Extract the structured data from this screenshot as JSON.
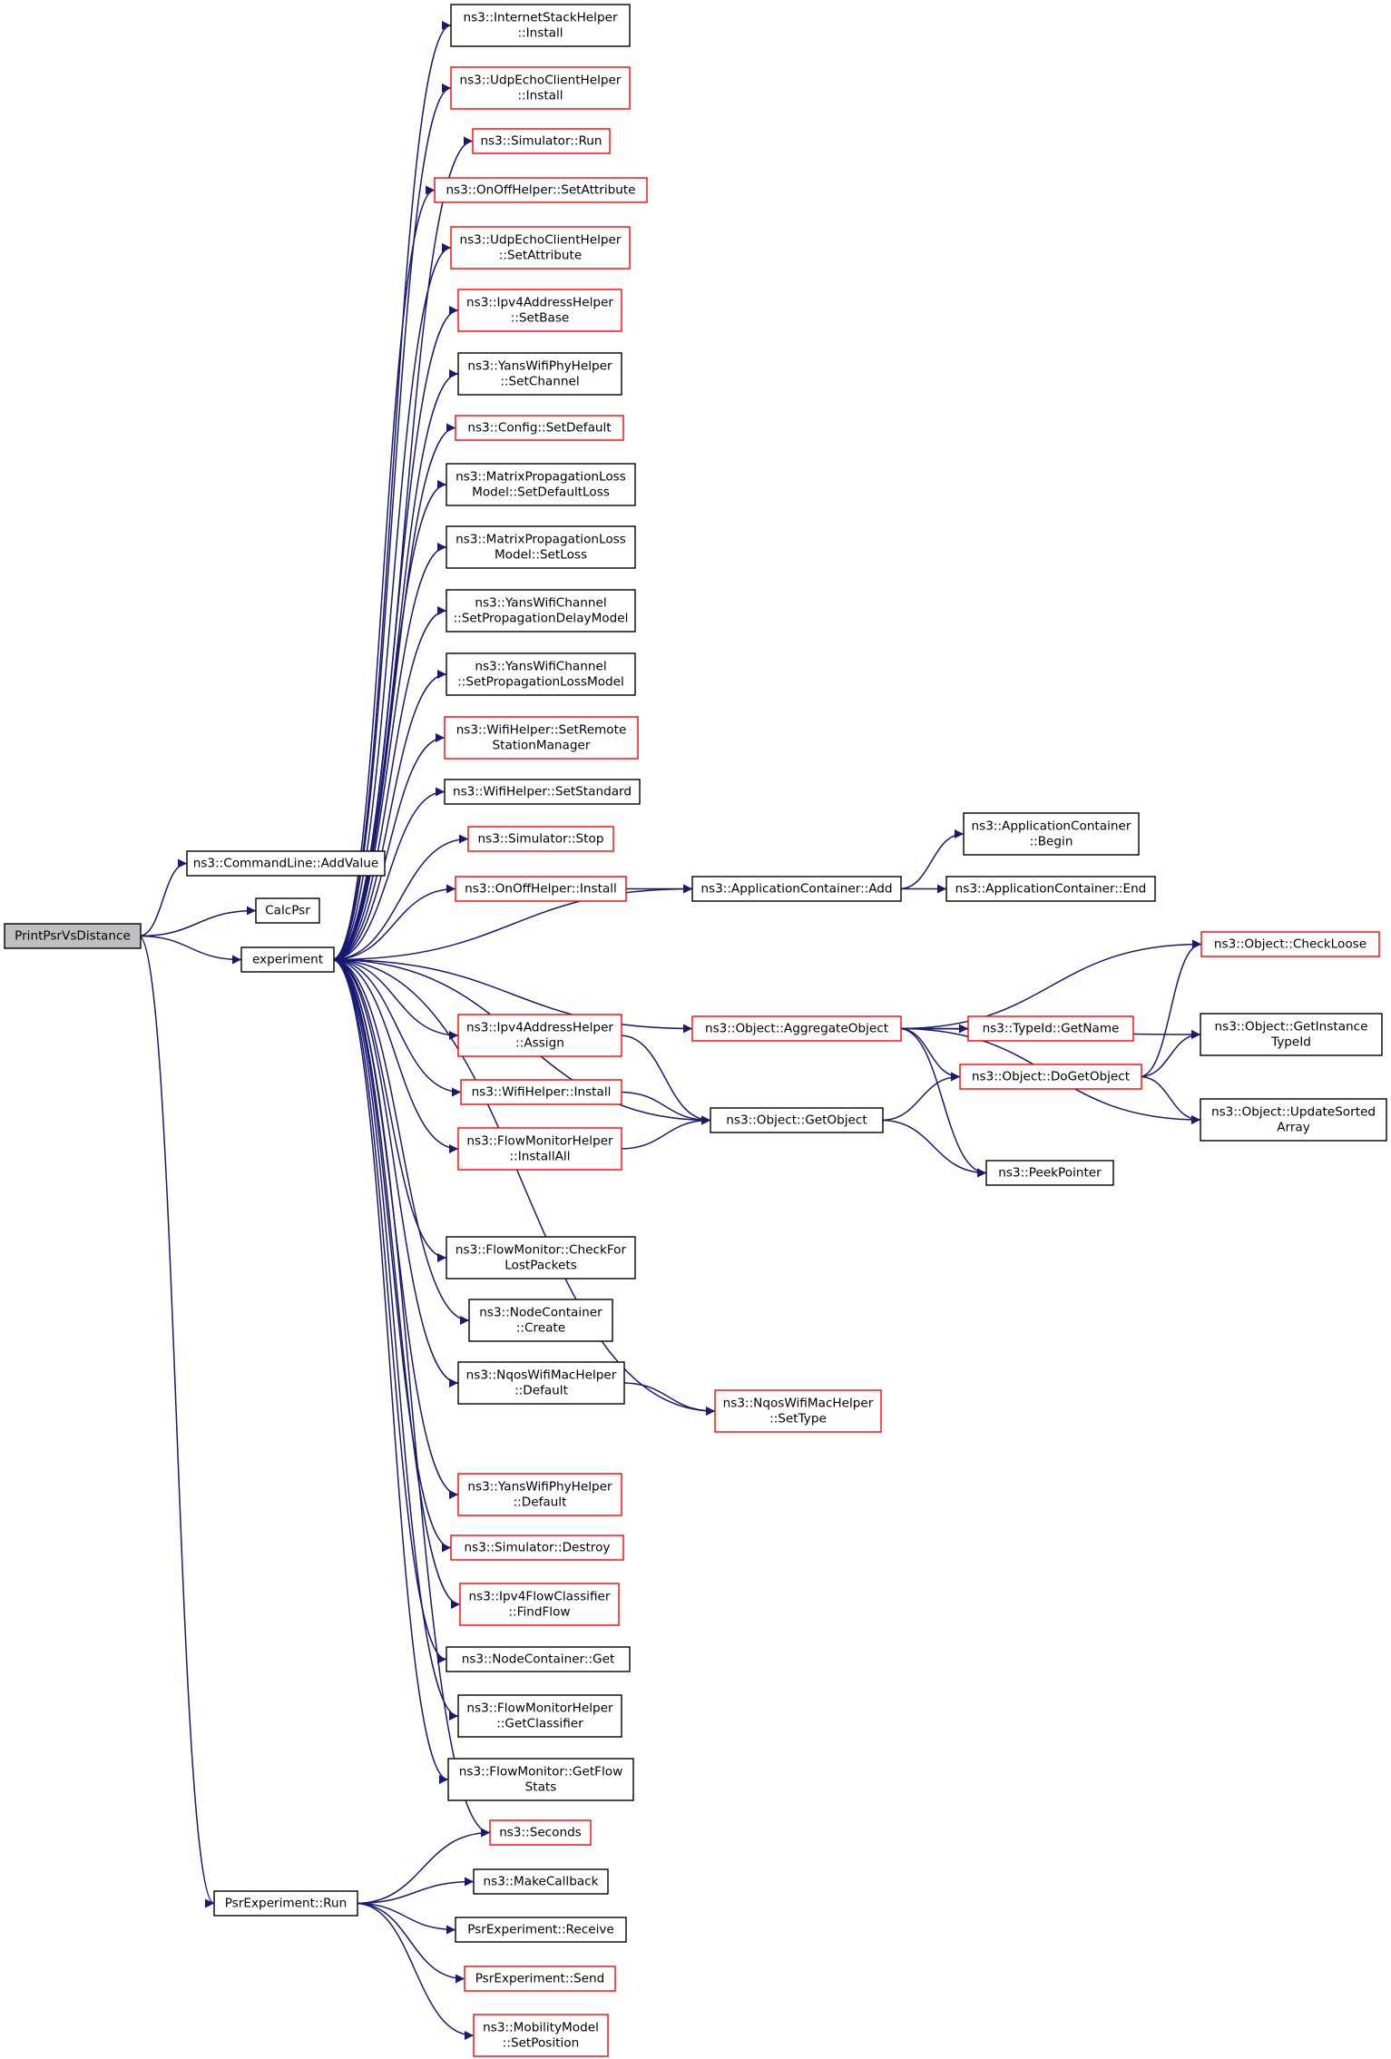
{
  "graph": {
    "title": "",
    "colors": {
      "edge": "#191970",
      "node_border": "#000000",
      "node_border_undocumented": "#ff0000",
      "root_fill": "#bfbfbf",
      "node_fill": "#ffffff"
    },
    "nodes": [
      {
        "id": "PrintPsrVsDistance",
        "lines": [
          "PrintPsrVsDistance"
        ],
        "style": "root"
      },
      {
        "id": "AddValue",
        "lines": [
          "ns3::CommandLine::AddValue"
        ],
        "style": "black"
      },
      {
        "id": "CalcPsr",
        "lines": [
          "CalcPsr"
        ],
        "style": "black"
      },
      {
        "id": "experiment",
        "lines": [
          "experiment"
        ],
        "style": "black"
      },
      {
        "id": "PsrRun",
        "lines": [
          "PsrExperiment::Run"
        ],
        "style": "black"
      },
      {
        "id": "ISH_Install",
        "lines": [
          "ns3::InternetStackHelper",
          "::Install"
        ],
        "style": "black"
      },
      {
        "id": "UECH_Install",
        "lines": [
          "ns3::UdpEchoClientHelper",
          "::Install"
        ],
        "style": "red"
      },
      {
        "id": "Sim_Run",
        "lines": [
          "ns3::Simulator::Run"
        ],
        "style": "red"
      },
      {
        "id": "OnOff_SetAttr",
        "lines": [
          "ns3::OnOffHelper::SetAttribute"
        ],
        "style": "red"
      },
      {
        "id": "UECH_SetAttr",
        "lines": [
          "ns3::UdpEchoClientHelper",
          "::SetAttribute"
        ],
        "style": "red"
      },
      {
        "id": "Ipv4_SetBase",
        "lines": [
          "ns3::Ipv4AddressHelper",
          "::SetBase"
        ],
        "style": "red"
      },
      {
        "id": "YWPH_SetChannel",
        "lines": [
          "ns3::YansWifiPhyHelper",
          "::SetChannel"
        ],
        "style": "black"
      },
      {
        "id": "Config_SetDefault",
        "lines": [
          "ns3::Config::SetDefault"
        ],
        "style": "red"
      },
      {
        "id": "MPLM_SetDefaultLoss",
        "lines": [
          "ns3::MatrixPropagationLoss",
          "Model::SetDefaultLoss"
        ],
        "style": "black"
      },
      {
        "id": "MPLM_SetLoss",
        "lines": [
          "ns3::MatrixPropagationLoss",
          "Model::SetLoss"
        ],
        "style": "black"
      },
      {
        "id": "YWC_SetPropDelay",
        "lines": [
          "ns3::YansWifiChannel",
          "::SetPropagationDelayModel"
        ],
        "style": "black"
      },
      {
        "id": "YWC_SetPropLoss",
        "lines": [
          "ns3::YansWifiChannel",
          "::SetPropagationLossModel"
        ],
        "style": "black"
      },
      {
        "id": "WH_SetRemote",
        "lines": [
          "ns3::WifiHelper::SetRemote",
          "StationManager"
        ],
        "style": "red"
      },
      {
        "id": "WH_SetStandard",
        "lines": [
          "ns3::WifiHelper::SetStandard"
        ],
        "style": "black"
      },
      {
        "id": "Sim_Stop",
        "lines": [
          "ns3::Simulator::Stop"
        ],
        "style": "red"
      },
      {
        "id": "OnOff_Install",
        "lines": [
          "ns3::OnOffHelper::Install"
        ],
        "style": "red"
      },
      {
        "id": "AC_Begin",
        "lines": [
          "ns3::ApplicationContainer",
          "::Begin"
        ],
        "style": "black"
      },
      {
        "id": "AC_Add",
        "lines": [
          "ns3::ApplicationContainer::Add"
        ],
        "style": "black"
      },
      {
        "id": "AC_End",
        "lines": [
          "ns3::ApplicationContainer::End"
        ],
        "style": "black"
      },
      {
        "id": "Obj_CheckLoose",
        "lines": [
          "ns3::Object::CheckLoose"
        ],
        "style": "red"
      },
      {
        "id": "Obj_Aggregate",
        "lines": [
          "ns3::Object::AggregateObject"
        ],
        "style": "red"
      },
      {
        "id": "TypeId_GetName",
        "lines": [
          "ns3::TypeId::GetName"
        ],
        "style": "red"
      },
      {
        "id": "Obj_GetInstTypeId",
        "lines": [
          "ns3::Object::GetInstance",
          "TypeId"
        ],
        "style": "black"
      },
      {
        "id": "Ipv4_Assign",
        "lines": [
          "ns3::Ipv4AddressHelper",
          "::Assign"
        ],
        "style": "red"
      },
      {
        "id": "Obj_DoGetObject",
        "lines": [
          "ns3::Object::DoGetObject"
        ],
        "style": "red"
      },
      {
        "id": "WH_Install",
        "lines": [
          "ns3::WifiHelper::Install"
        ],
        "style": "red"
      },
      {
        "id": "Obj_GetObject",
        "lines": [
          "ns3::Object::GetObject"
        ],
        "style": "black"
      },
      {
        "id": "Obj_UpdateSorted",
        "lines": [
          "ns3::Object::UpdateSorted",
          "Array"
        ],
        "style": "black"
      },
      {
        "id": "FMH_InstallAll",
        "lines": [
          "ns3::FlowMonitorHelper",
          "::InstallAll"
        ],
        "style": "red"
      },
      {
        "id": "PeekPointer",
        "lines": [
          "ns3::PeekPointer"
        ],
        "style": "black"
      },
      {
        "id": "FM_CheckLost",
        "lines": [
          "ns3::FlowMonitor::CheckFor",
          "LostPackets"
        ],
        "style": "black"
      },
      {
        "id": "NC_Create",
        "lines": [
          "ns3::NodeContainer",
          "::Create"
        ],
        "style": "black"
      },
      {
        "id": "NWMH_Default",
        "lines": [
          "ns3::NqosWifiMacHelper",
          "::Default"
        ],
        "style": "black"
      },
      {
        "id": "NWMH_SetType",
        "lines": [
          "ns3::NqosWifiMacHelper",
          "::SetType"
        ],
        "style": "red"
      },
      {
        "id": "YWPH_Default",
        "lines": [
          "ns3::YansWifiPhyHelper",
          "::Default"
        ],
        "style": "red"
      },
      {
        "id": "Sim_Destroy",
        "lines": [
          "ns3::Simulator::Destroy"
        ],
        "style": "red"
      },
      {
        "id": "Ipv4FC_FindFlow",
        "lines": [
          "ns3::Ipv4FlowClassifier",
          "::FindFlow"
        ],
        "style": "red"
      },
      {
        "id": "NC_Get",
        "lines": [
          "ns3::NodeContainer::Get"
        ],
        "style": "black"
      },
      {
        "id": "FMH_GetClassifier",
        "lines": [
          "ns3::FlowMonitorHelper",
          "::GetClassifier"
        ],
        "style": "black"
      },
      {
        "id": "FM_GetFlowStats",
        "lines": [
          "ns3::FlowMonitor::GetFlow",
          "Stats"
        ],
        "style": "black"
      },
      {
        "id": "Seconds",
        "lines": [
          "ns3::Seconds"
        ],
        "style": "red"
      },
      {
        "id": "MakeCallback",
        "lines": [
          "ns3::MakeCallback"
        ],
        "style": "black"
      },
      {
        "id": "Psr_Receive",
        "lines": [
          "PsrExperiment::Receive"
        ],
        "style": "black"
      },
      {
        "id": "Psr_Send",
        "lines": [
          "PsrExperiment::Send"
        ],
        "style": "red"
      },
      {
        "id": "MM_SetPosition",
        "lines": [
          "ns3::MobilityModel",
          "::SetPosition"
        ],
        "style": "red"
      }
    ],
    "edges": [
      [
        "PrintPsrVsDistance",
        "AddValue"
      ],
      [
        "PrintPsrVsDistance",
        "CalcPsr"
      ],
      [
        "PrintPsrVsDistance",
        "experiment"
      ],
      [
        "PrintPsrVsDistance",
        "PsrRun"
      ],
      [
        "experiment",
        "ISH_Install"
      ],
      [
        "experiment",
        "UECH_Install"
      ],
      [
        "experiment",
        "Sim_Run"
      ],
      [
        "experiment",
        "OnOff_SetAttr"
      ],
      [
        "experiment",
        "UECH_SetAttr"
      ],
      [
        "experiment",
        "Ipv4_SetBase"
      ],
      [
        "experiment",
        "YWPH_SetChannel"
      ],
      [
        "experiment",
        "Config_SetDefault"
      ],
      [
        "experiment",
        "MPLM_SetDefaultLoss"
      ],
      [
        "experiment",
        "MPLM_SetLoss"
      ],
      [
        "experiment",
        "YWC_SetPropDelay"
      ],
      [
        "experiment",
        "YWC_SetPropLoss"
      ],
      [
        "experiment",
        "WH_SetRemote"
      ],
      [
        "experiment",
        "WH_SetStandard"
      ],
      [
        "experiment",
        "Sim_Stop"
      ],
      [
        "experiment",
        "OnOff_Install"
      ],
      [
        "experiment",
        "AC_Add"
      ],
      [
        "experiment",
        "Obj_Aggregate"
      ],
      [
        "experiment",
        "Ipv4_Assign"
      ],
      [
        "experiment",
        "WH_Install"
      ],
      [
        "experiment",
        "FMH_InstallAll"
      ],
      [
        "experiment",
        "Obj_GetObject"
      ],
      [
        "experiment",
        "FM_CheckLost"
      ],
      [
        "experiment",
        "NC_Create"
      ],
      [
        "experiment",
        "NWMH_Default"
      ],
      [
        "experiment",
        "NWMH_SetType"
      ],
      [
        "experiment",
        "YWPH_Default"
      ],
      [
        "experiment",
        "Sim_Destroy"
      ],
      [
        "experiment",
        "Ipv4FC_FindFlow"
      ],
      [
        "experiment",
        "NC_Get"
      ],
      [
        "experiment",
        "FMH_GetClassifier"
      ],
      [
        "experiment",
        "FM_GetFlowStats"
      ],
      [
        "experiment",
        "Seconds"
      ],
      [
        "OnOff_Install",
        "AC_Add"
      ],
      [
        "AC_Add",
        "AC_Begin"
      ],
      [
        "AC_Add",
        "AC_End"
      ],
      [
        "Obj_Aggregate",
        "Obj_CheckLoose"
      ],
      [
        "Obj_Aggregate",
        "TypeId_GetName"
      ],
      [
        "Obj_Aggregate",
        "Obj_GetInstTypeId"
      ],
      [
        "Obj_Aggregate",
        "Obj_DoGetObject"
      ],
      [
        "Obj_Aggregate",
        "Obj_UpdateSorted"
      ],
      [
        "Obj_Aggregate",
        "PeekPointer"
      ],
      [
        "Obj_DoGetObject",
        "Obj_CheckLoose"
      ],
      [
        "Obj_DoGetObject",
        "Obj_GetInstTypeId"
      ],
      [
        "Obj_DoGetObject",
        "Obj_UpdateSorted"
      ],
      [
        "Ipv4_Assign",
        "Obj_GetObject"
      ],
      [
        "WH_Install",
        "Obj_GetObject"
      ],
      [
        "FMH_InstallAll",
        "Obj_GetObject"
      ],
      [
        "Obj_GetObject",
        "Obj_DoGetObject"
      ],
      [
        "Obj_GetObject",
        "PeekPointer"
      ],
      [
        "NWMH_Default",
        "NWMH_SetType"
      ],
      [
        "PsrRun",
        "Seconds"
      ],
      [
        "PsrRun",
        "MakeCallback"
      ],
      [
        "PsrRun",
        "Psr_Receive"
      ],
      [
        "PsrRun",
        "Psr_Send"
      ],
      [
        "PsrRun",
        "MM_SetPosition"
      ]
    ]
  }
}
